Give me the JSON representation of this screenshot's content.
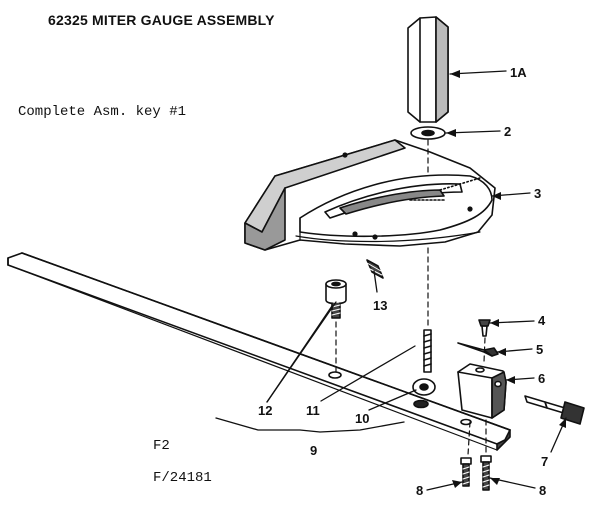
{
  "title": "62325 MITER GAUGE ASSEMBLY",
  "note": "Complete Asm. key #1",
  "figure_code": "F2",
  "figure_number": "F/24181",
  "callouts": {
    "c1a": "1A",
    "c2": "2",
    "c3": "3",
    "c4": "4",
    "c5": "5",
    "c6": "6",
    "c7": "7",
    "c8a": "8",
    "c8b": "8",
    "c9": "9",
    "c10": "10",
    "c11": "11",
    "c12": "12",
    "c13": "13"
  }
}
